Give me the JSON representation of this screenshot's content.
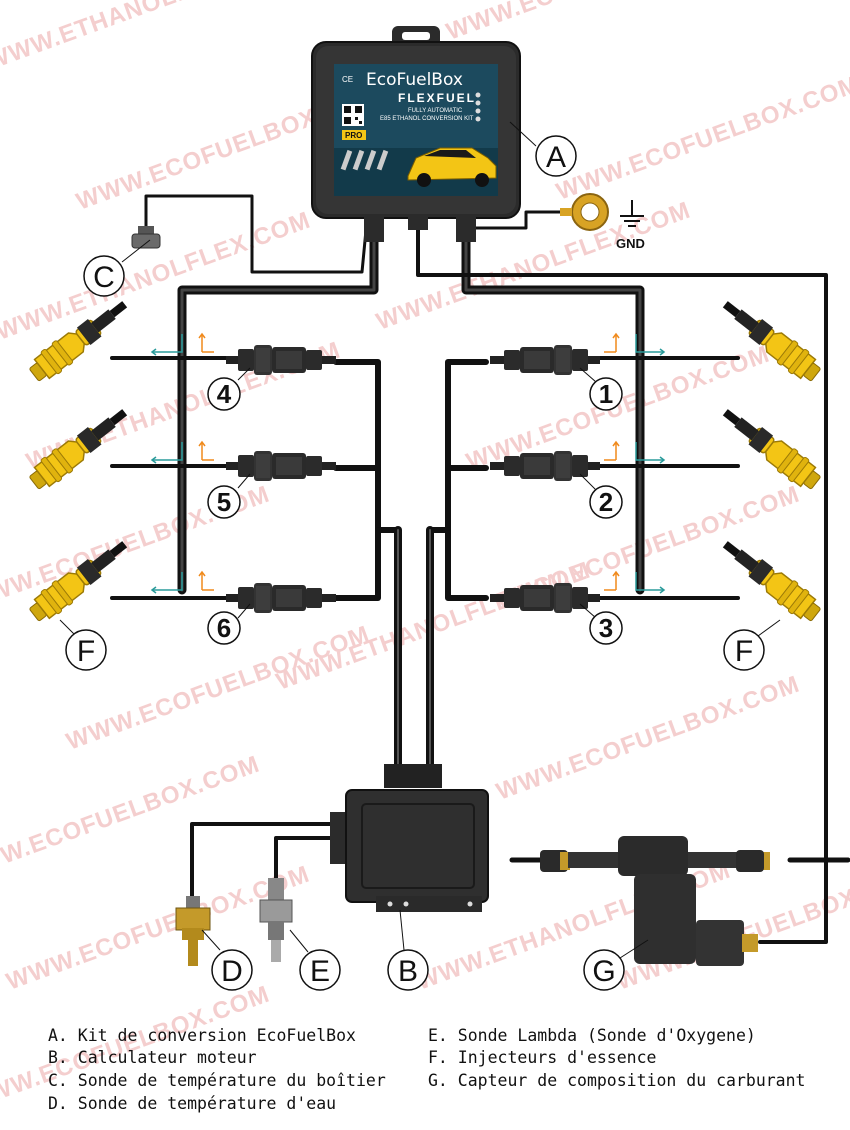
{
  "watermarks": [
    "WWW.ECOFUELBOX.COM",
    "WWW.ETHANOLFLEX.COM"
  ],
  "kit_box": {
    "ce_mark": "CE",
    "brand": "EcoFuelBox",
    "sub_brand": "FLEXFUEL",
    "tagline_1": "FULLY AUTOMATIC",
    "tagline_2": "E85 ETHANOL CONVERSION KIT",
    "pro": "PRO"
  },
  "ground_label": "GND",
  "callouts": {
    "A": "A",
    "B": "B",
    "C": "C",
    "D": "D",
    "E": "E",
    "F": "F",
    "G": "G"
  },
  "cylinders": {
    "c1": "1",
    "c2": "2",
    "c3": "3",
    "c4": "4",
    "c5": "5",
    "c6": "6"
  },
  "legend": {
    "a": "A. Kit de conversion EcoFuelBox",
    "b": "B. Calculateur moteur",
    "c": "C. Sonde de température du boîtier",
    "d": "D. Sonde de température d'eau",
    "e": "E. Sonde Lambda (Sonde d'Oxygene)",
    "f": "F. Injecteurs d'essence",
    "g": "G. Capteur de composition du carburant"
  },
  "colors": {
    "wire": "#111111",
    "injector": "#f3c515",
    "arrow_orange": "#f08a1c",
    "arrow_teal": "#2a9b9b",
    "watermark": "#f3c9c9",
    "box_face": "#1c4a5e"
  }
}
